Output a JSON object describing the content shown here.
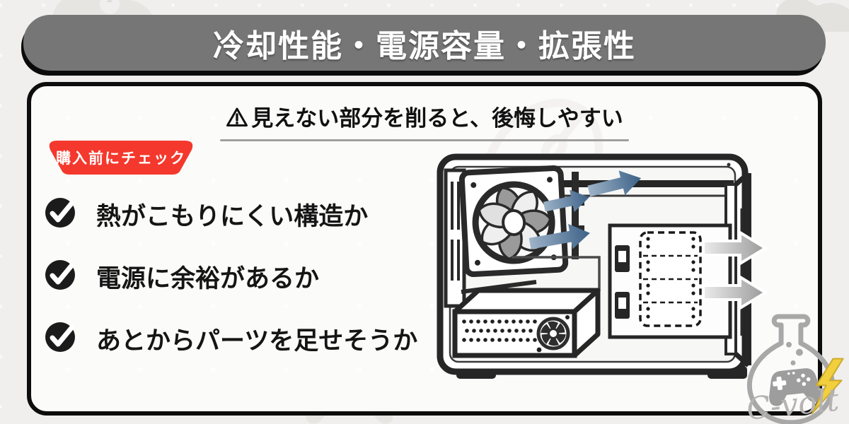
{
  "page": {
    "background_color": "#f0efed"
  },
  "header": {
    "title": "冷却性能・電源容量・拡張性",
    "bg_color": "#767676",
    "text_color": "#ffffff"
  },
  "card": {
    "heading": {
      "icon": "warning-triangle-icon",
      "text": "見えない部分を削ると、後悔しやすい"
    },
    "badge": {
      "label": "購入前にチェック",
      "bg_color": "#f4382d"
    },
    "checklist": [
      {
        "icon": "check-circle-icon",
        "label": "熱がこもりにくい構造か"
      },
      {
        "icon": "check-circle-icon",
        "label": "電源に余裕があるか"
      },
      {
        "icon": "check-circle-icon",
        "label": "あとからパーツを足せそうか"
      }
    ]
  },
  "illustration": {
    "name": "pc-case-interior-airflow",
    "outline_color": "#262626",
    "intake_arrow_color": "#53779c",
    "exhaust_arrow_color": "#ababab"
  },
  "logo": {
    "text": "C-volt",
    "icon": "flask-gamepad-icon",
    "color": "#a8a8a8",
    "bolt_color": "#f2cf3c"
  }
}
